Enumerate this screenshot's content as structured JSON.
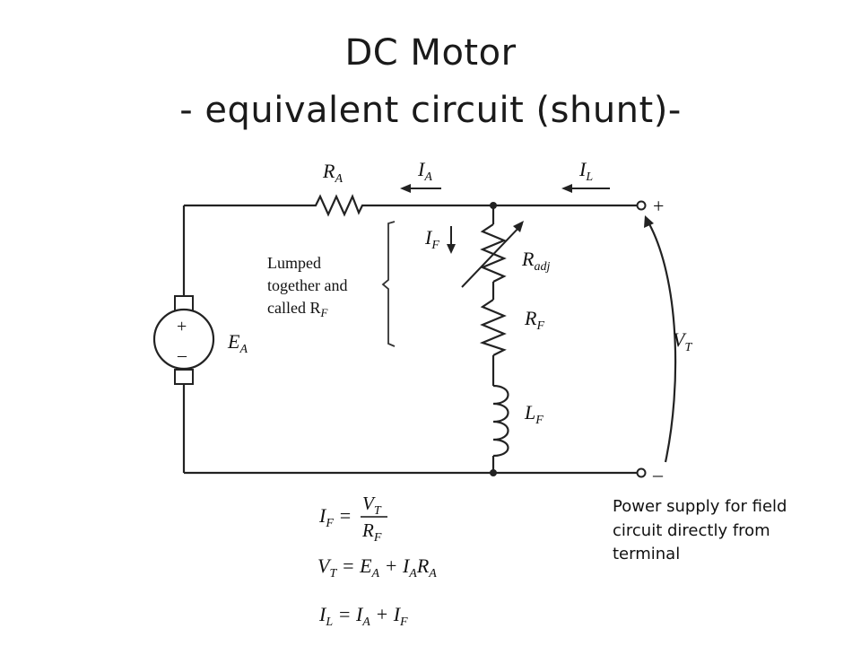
{
  "title": {
    "line1": "DC  Motor",
    "line2": "- equivalent circuit (shunt)-"
  },
  "diagram": {
    "ra": {
      "main": "R",
      "sub": "A"
    },
    "ia": {
      "main": "I",
      "sub": "A"
    },
    "il": {
      "main": "I",
      "sub": "L"
    },
    "if": {
      "main": "I",
      "sub": "F"
    },
    "radj": {
      "main": "R",
      "sub": "adj"
    },
    "rf": {
      "main": "R",
      "sub": "F"
    },
    "lf": {
      "main": "L",
      "sub": "F"
    },
    "ea": {
      "main": "E",
      "sub": "A"
    },
    "vt": {
      "main": "V",
      "sub": "T"
    },
    "plus_terminal": "+",
    "minus_terminal": "–",
    "source_plus": "+",
    "source_minus": "–",
    "lumped": {
      "line1": "Lumped",
      "line2": "together and",
      "line3": "called R",
      "line3_sub": "F"
    }
  },
  "equations": {
    "eq1": {
      "lhs": "I",
      "lhs_sub": "F",
      "eq": " =",
      "num": "V",
      "num_sub": "T",
      "den": "R",
      "den_sub": "F"
    },
    "eq2": {
      "a": "V",
      "a_sub": "T",
      "b": " = E",
      "b_sub": "A",
      "c": " + I",
      "c_sub": "A",
      "d": "R",
      "d_sub": "A"
    },
    "eq3": {
      "a": "I",
      "a_sub": "L",
      "b": " = I",
      "b_sub": "A",
      "c": " + I",
      "c_sub": "F"
    }
  },
  "note": "Power supply for field circuit directly from terminal"
}
